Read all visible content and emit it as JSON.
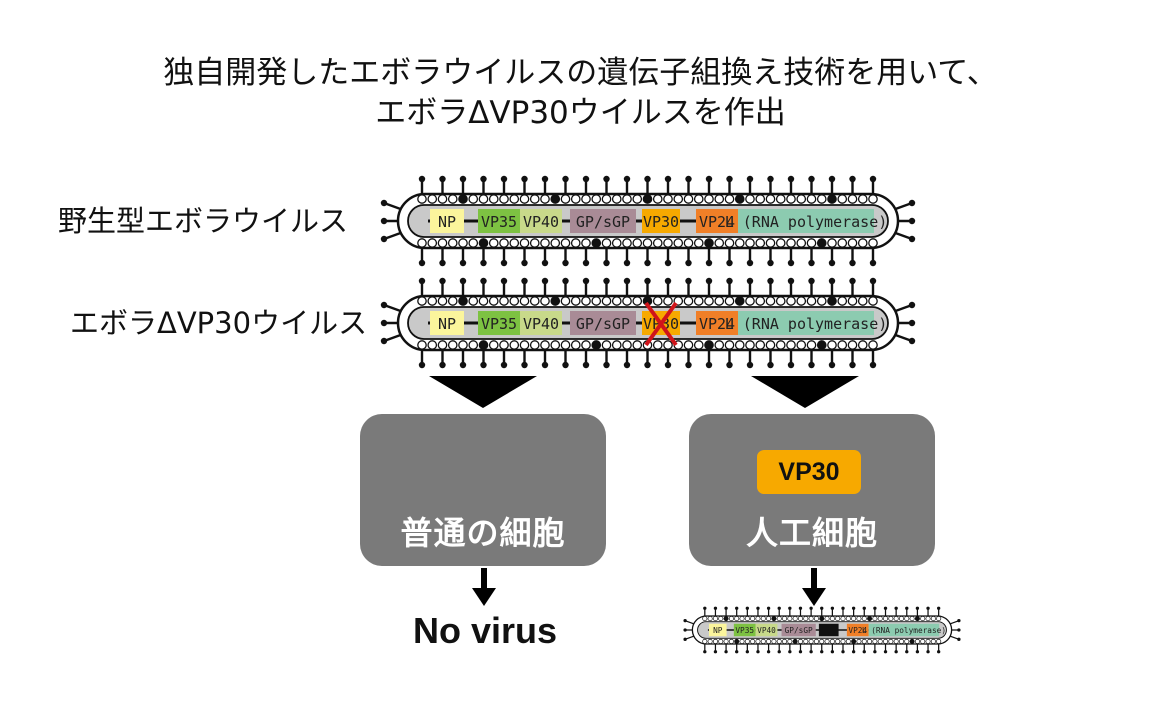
{
  "title": {
    "line1": "独自開発したエボラウイルスの遺伝子組換え技術を用いて、",
    "line2": "エボラΔVP30ウイルスを作出"
  },
  "rows": {
    "wild_label": "野生型エボラウイルス",
    "mutant_label": "エボラΔVP30ウイルス"
  },
  "genes": [
    {
      "label": "NP",
      "color": "#fbf59c"
    },
    {
      "label": "VP35",
      "color": "#7dc242"
    },
    {
      "label": "VP40",
      "color": "#c8d98a"
    },
    {
      "label": "GP/sGP",
      "color": "#a98b96"
    },
    {
      "label": "VP30",
      "color": "#f7a900"
    },
    {
      "label": "VP24",
      "color": "#f07f27"
    },
    {
      "label": "L (RNA polymerase)",
      "color": "#8ccbb0"
    }
  ],
  "cells": {
    "left_label": "普通の細胞",
    "right_label": "人工細胞",
    "right_badge": "VP30"
  },
  "results": {
    "left": "No virus"
  },
  "colors": {
    "cell_box": "#7a7a7a",
    "deletion_mark": "#d0141a",
    "badge": "#f7a900"
  }
}
